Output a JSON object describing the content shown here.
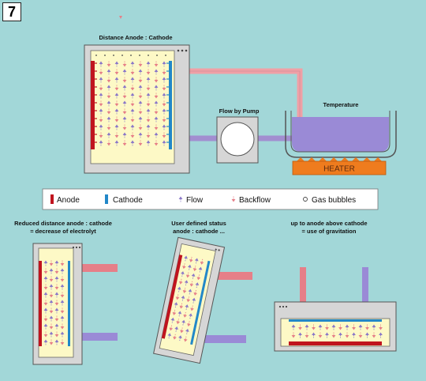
{
  "figure_number": "7",
  "main": {
    "title": "Distance Anode : Cathode",
    "pump_label": "Flow by Pump",
    "temperature_label": "Temperature",
    "heater_label": "HEATER"
  },
  "legend": {
    "anode": "Anode",
    "cathode": "Cathode",
    "flow": "Flow",
    "backflow": "Backflow",
    "gas_bubbles": "Gas bubbles"
  },
  "variants": [
    {
      "line1": "Reduced distance anode : cathode",
      "line2": "= decrease of electrolyt"
    },
    {
      "line1": "User defined status",
      "line2": "anode : cathode ..."
    },
    {
      "line1": "up to anode above cathode",
      "line2": "= use of gravitation"
    }
  ],
  "colors": {
    "background": "#a2d7d8",
    "anode": "#c0141e",
    "cathode": "#2288c8",
    "flow": "#8a78c8",
    "backflow": "#e67f88",
    "electrolyte": "#fdf9c6",
    "box": "#d6d6d6",
    "pipe_hot": "#f0a0a6",
    "pipe_cold": "#a28ed0",
    "bath": "#9a8ad6",
    "heater": "#ef7c1e"
  }
}
